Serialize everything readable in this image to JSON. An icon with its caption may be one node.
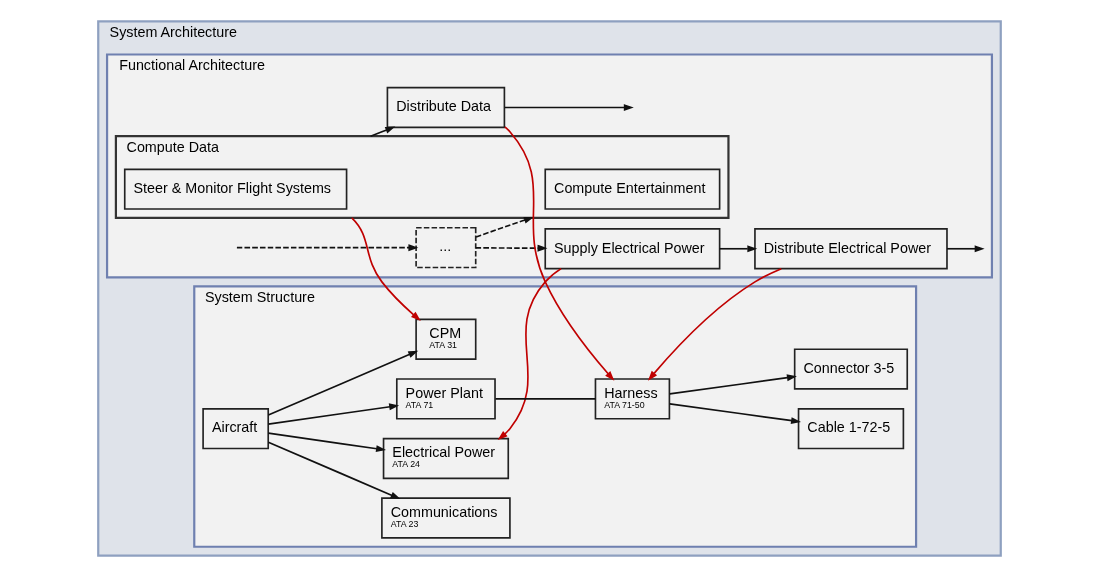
{
  "diagram": {
    "nodes": [
      {
        "text": [
          "System Architecture"
        ]
      },
      {
        "text": [
          "Functional Architecture"
        ],
        "in": 0
      },
      {
        "text": [
          "..."
        ],
        "in": 1
      },
      {
        "text": [
          "Supply Electrical Power"
        ],
        "in": 1
      },
      {
        "text": [
          "Distribute Electrical Power"
        ],
        "in": 1
      },
      {
        "text": [
          "Compute Data"
        ],
        "in": 1
      },
      {
        "text": [
          "Compute Entertainment"
        ],
        "in": 5
      },
      {
        "text": [
          "Steer & Monitor Flight Systems"
        ],
        "in": 5
      },
      {
        "text": [
          "Distribute Data"
        ],
        "in": 1
      },
      {
        "text": [
          "System Structure"
        ],
        "in": 0
      },
      {
        "text": [
          "Aircraft"
        ],
        "in": 9
      },
      {
        "text": [
          "Communications",
          "ATA 23"
        ],
        "in": 9
      },
      {
        "text": [
          "Electrical Power",
          "ATA 24"
        ],
        "in": 9
      },
      {
        "text": [
          "Power Plant",
          "ATA 71"
        ],
        "in": 9
      },
      {
        "text": [
          "Harness",
          "ATA 71-50"
        ],
        "in": 9
      },
      {
        "text": [
          "Cable 1-72-5"
        ],
        "in": 9
      },
      {
        "text": [
          "Connector 3-5"
        ],
        "in": 9
      },
      {
        "text": [
          "CPM",
          "ATA 31"
        ],
        "in": 9
      }
    ],
    "edges": [
      {
        "from": null,
        "to": 2,
        "arrow": "to",
        "style": "dashed"
      },
      {
        "from": 2,
        "to": 3,
        "arrow": "to",
        "style": "dashed"
      },
      {
        "from": 2,
        "to": 5,
        "arrow": "to",
        "style": "dashed"
      },
      {
        "from": 3,
        "to": 4,
        "arrow": "to"
      },
      {
        "from": 4,
        "to": null,
        "arrow": "to"
      },
      {
        "from": 5,
        "to": 8,
        "arrow": "to"
      },
      {
        "from": 8,
        "to": null,
        "arrow": "to"
      },
      {
        "from": 10,
        "to": 11,
        "arrow": "to"
      },
      {
        "from": 10,
        "to": 12,
        "arrow": "to"
      },
      {
        "from": 10,
        "to": 13,
        "arrow": "to"
      },
      {
        "from": 10,
        "to": 17,
        "arrow": "to"
      },
      {
        "from": 13,
        "to": 14,
        "arrow": "none"
      },
      {
        "from": 14,
        "to": 15,
        "arrow": "to"
      },
      {
        "from": 14,
        "to": 16,
        "arrow": "to"
      },
      {
        "from": 3,
        "to": 12,
        "arrow": "to",
        "color": "#c00000"
      },
      {
        "from": 4,
        "to": 14,
        "arrow": "to",
        "color": "#c00000"
      },
      {
        "from": 8,
        "to": 14,
        "arrow": "to",
        "color": "#c00000"
      },
      {
        "from": 5,
        "to": 17,
        "arrow": "to",
        "color": "#c00000"
      }
    ]
  }
}
